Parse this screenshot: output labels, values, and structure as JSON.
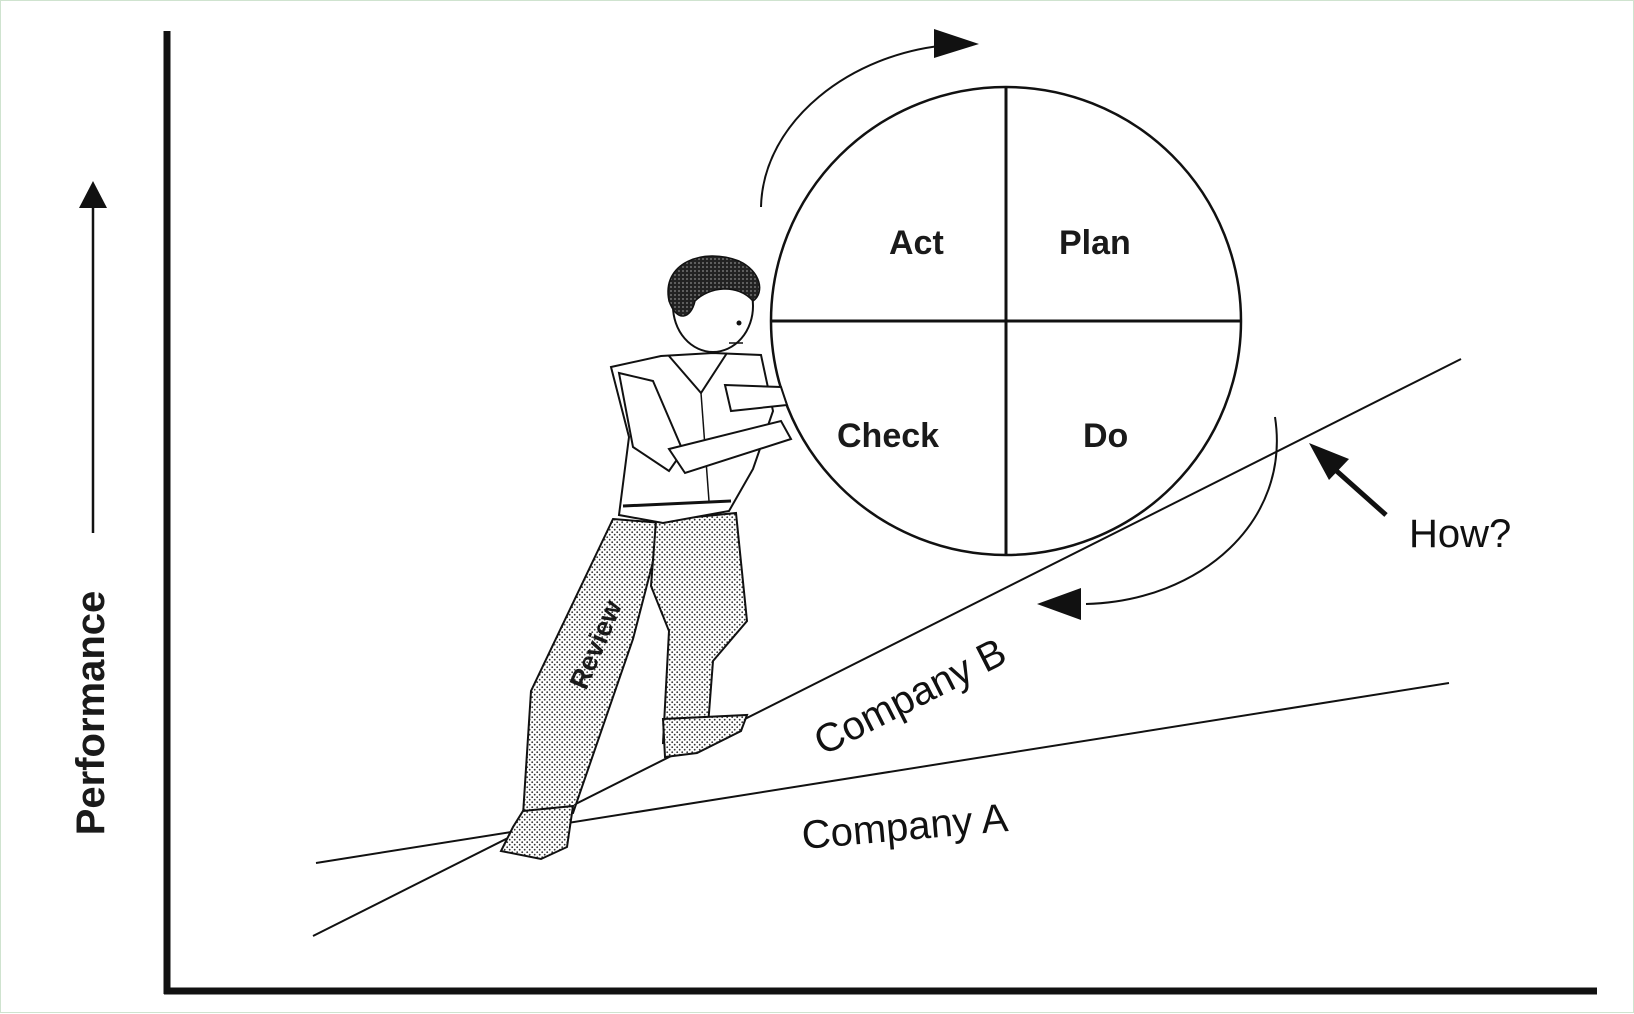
{
  "axis": {
    "y_label": "Performance"
  },
  "pdca": {
    "act": "Act",
    "plan": "Plan",
    "check": "Check",
    "do": "Do"
  },
  "figure": {
    "belt_label": "Review",
    "icon": "person-pushing-icon"
  },
  "lines": {
    "company_a": "Company A",
    "company_b": "Company B"
  },
  "callout": {
    "text": "How?"
  },
  "colors": {
    "ink": "#111111",
    "background": "#ffffff"
  }
}
